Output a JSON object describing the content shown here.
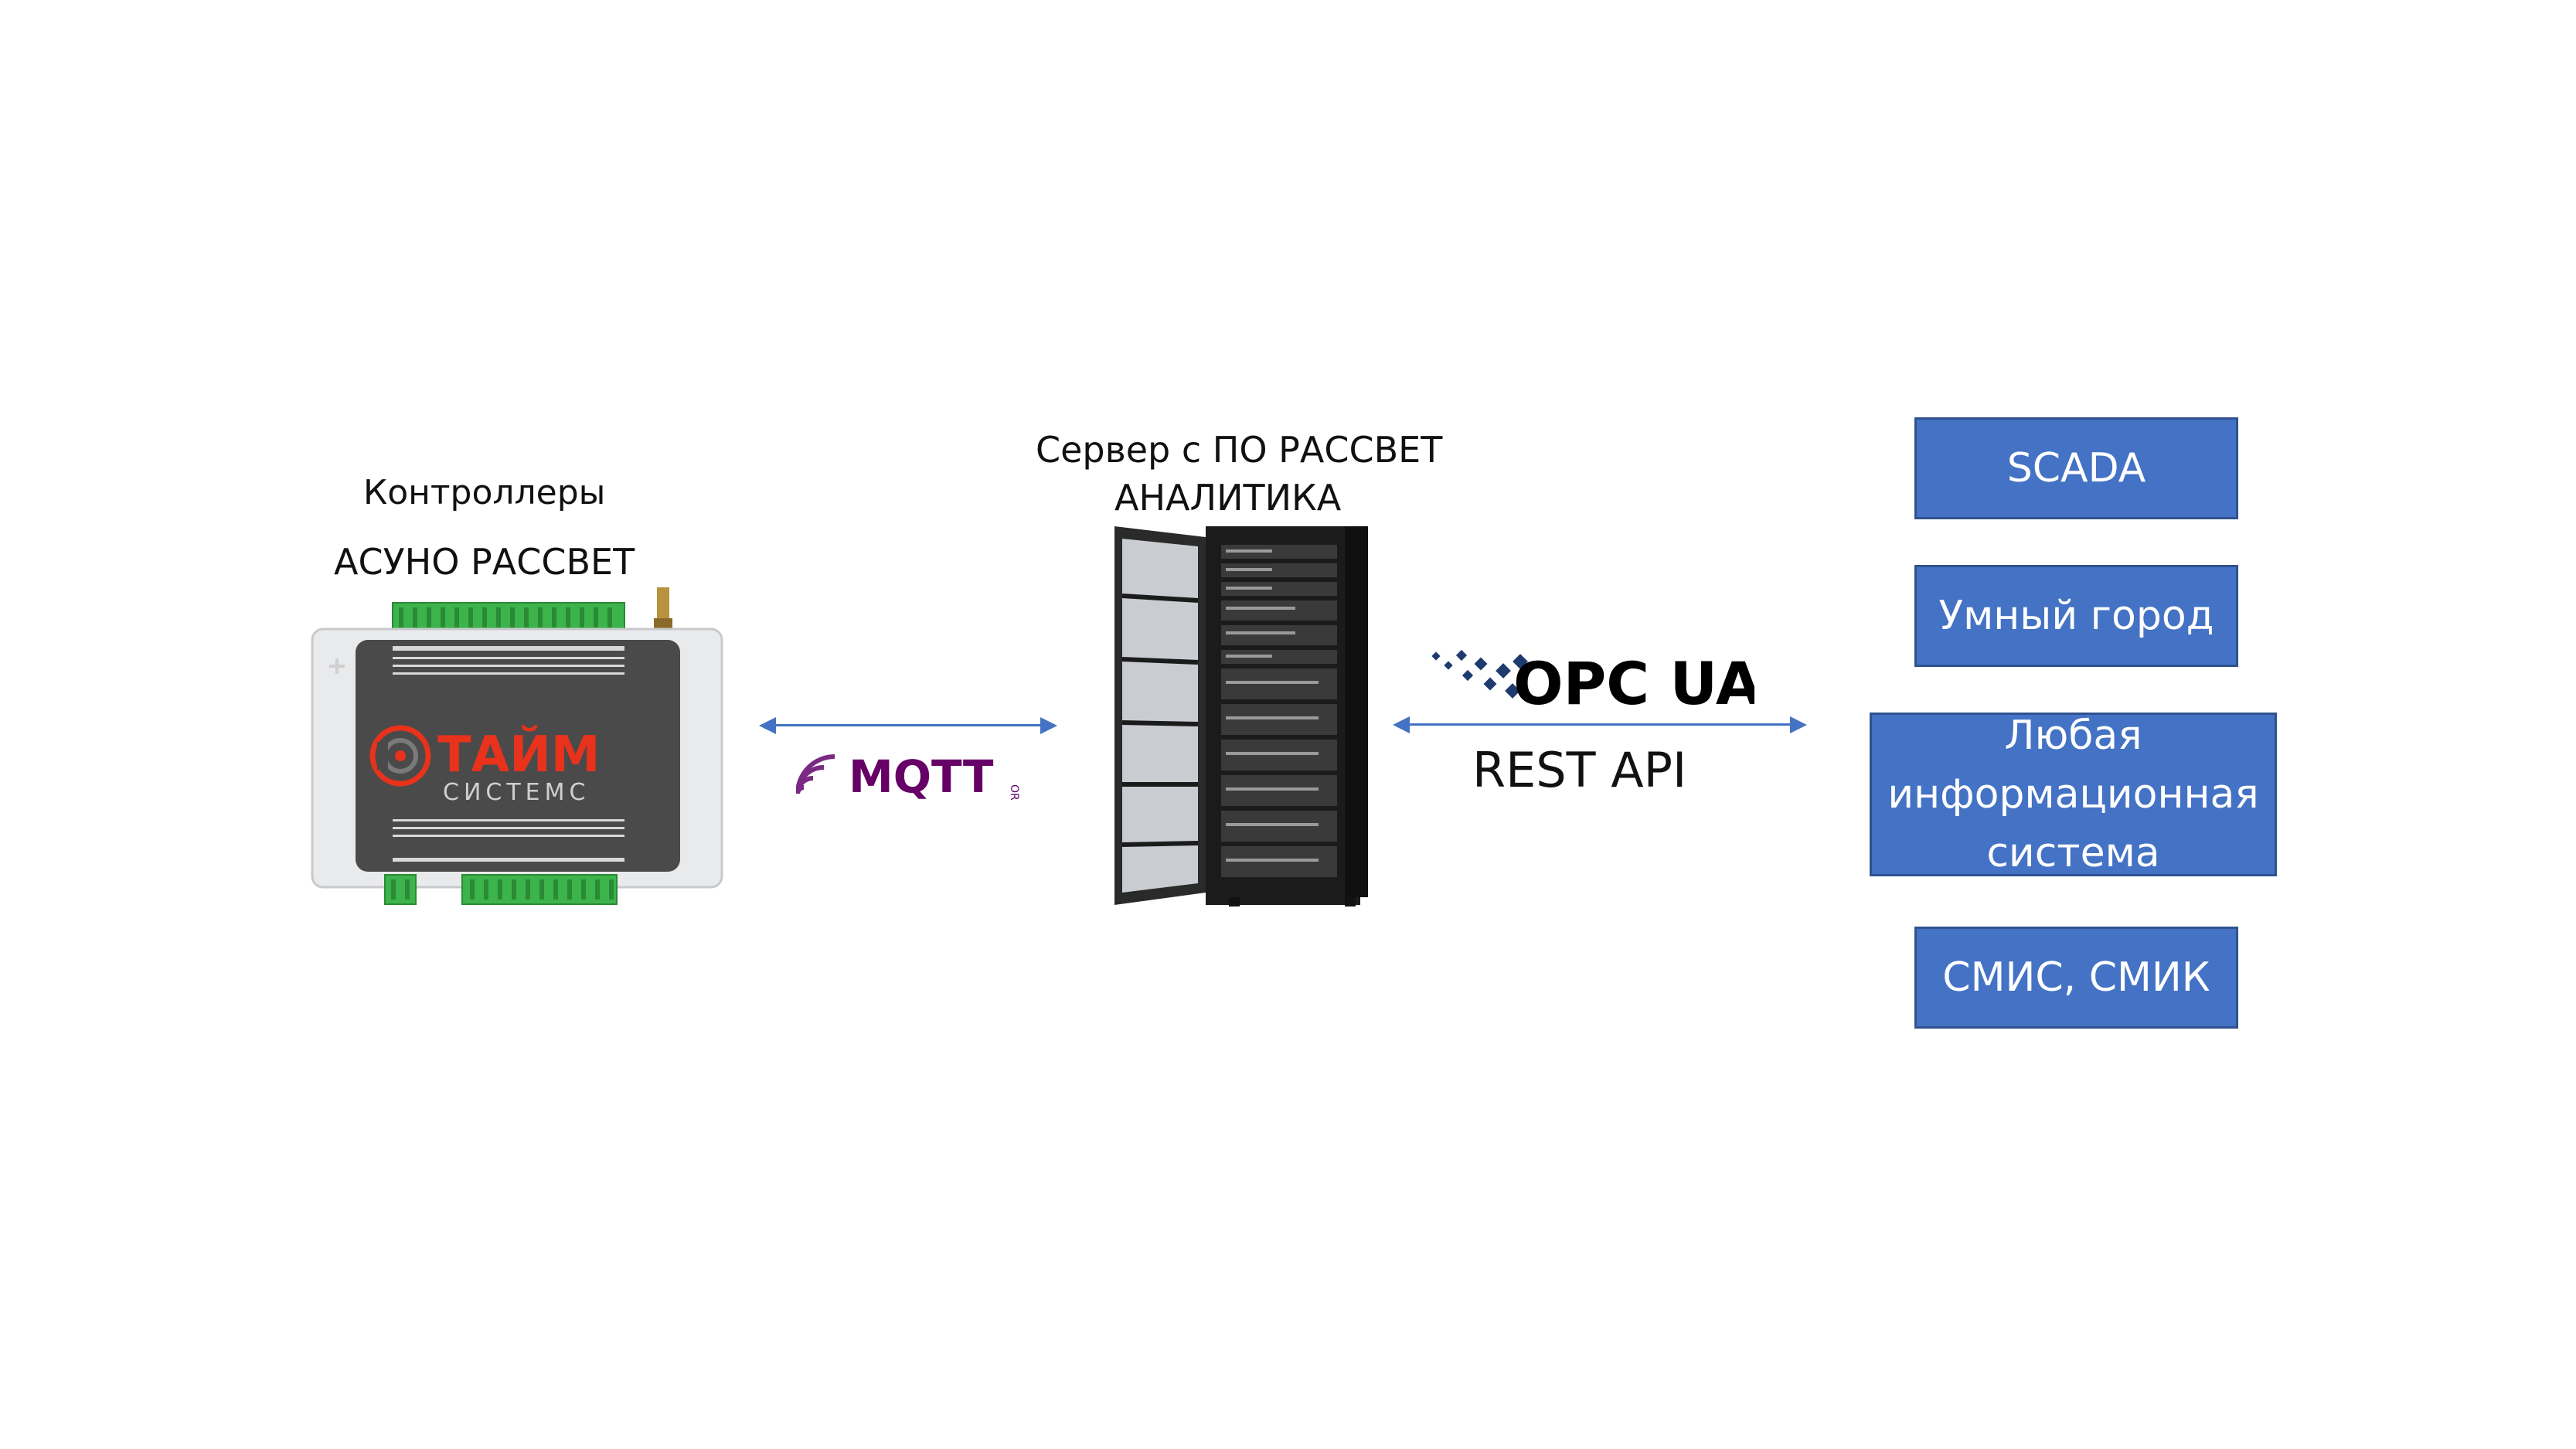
{
  "controller": {
    "title_line1": "Контроллеры",
    "title_line2": "АСУНО РАССВЕТ",
    "brand_main": "ТАЙМ",
    "brand_sub": "СИСТЕМС",
    "brand_accent": "#e8321c",
    "body_color": "#4a4a4a"
  },
  "server": {
    "title_line1": "Сервер с ПО РАССВЕТ",
    "title_line2": "АНАЛИТИКА"
  },
  "protocols": {
    "mqtt_label": "MQTT",
    "mqtt_suffix": "ORG",
    "opc_label": "OPC UA",
    "rest_label": "REST API"
  },
  "targets": [
    {
      "label": "SCADA"
    },
    {
      "label": "Умный город"
    },
    {
      "label": "Любая информационная система"
    },
    {
      "label": "СМИС, СМИК"
    }
  ],
  "colors": {
    "box_fill": "#4472c4",
    "box_border": "#2f528f",
    "arrow": "#4472c4",
    "mqtt": "#660066"
  }
}
